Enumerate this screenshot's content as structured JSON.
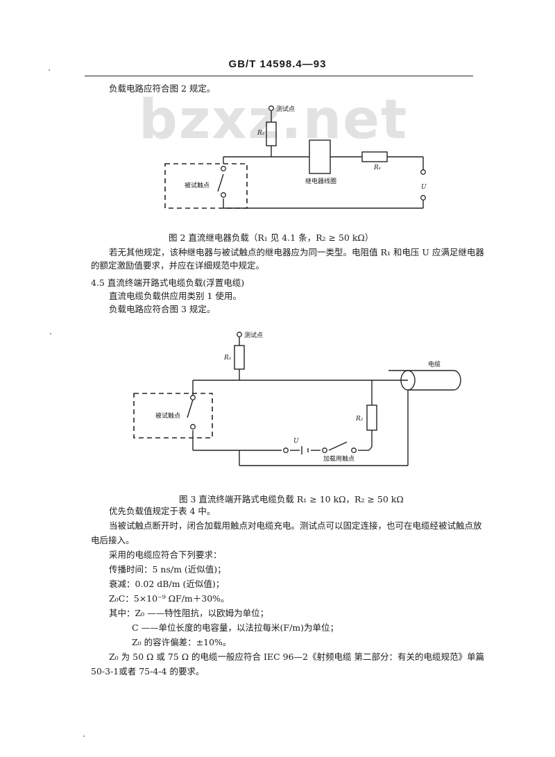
{
  "header": "GB/T 14598.4—93",
  "watermark": "bzxz.net",
  "para_fig2_intro": "负载电路应符合图 2 规定。",
  "fig2": {
    "labels": {
      "test_point": "测试点",
      "r2": "R₂",
      "r1": "R₁",
      "relay_coil": "继电器线圈",
      "contact_under_test": "被试触点",
      "u": "U"
    },
    "caption": "图 2  直流继电器负载（R₁ 见 4.1 条，R₂ ≥ 50 kΩ）"
  },
  "para_relay_1": "若无其他规定，该种继电器与被试触点的继电器应为同一类型。电阻值 R₁ 和电压 U 应满足继电器",
  "para_relay_2": "的额定激励值要求，并应在详细规范中规定。",
  "section_45": "4.5   直流终端开路式电缆负载(浮置电缆)",
  "para_45_1": "直流电缆负载供应用类别 1 使用。",
  "para_45_2": "负载电路应符合图 3 规定。",
  "fig3": {
    "labels": {
      "test_point": "测试点",
      "r1": "R₁",
      "cable": "电缆",
      "contact_under_test": "被试触点",
      "r2": "R₂",
      "u": "U",
      "load_contact": "加载用触点"
    },
    "caption": "图 3   直流终端开路式电缆负载     R₁ ≥ 10 kΩ，R₂ ≥ 50 kΩ"
  },
  "paras_after": [
    "优先负载值规定于表 4 中。",
    "当被试触点断开时，闭合加载用触点对电缆充电。测试点可以固定连接，也可在电缆经被试触点放",
    "电后接入。",
    "采用的电缆应符合下列要求：",
    "传播时间：5 ns/m    (近似值)；",
    "衰减：0.02 dB/m    (近似值)；",
    "Z₀C：5×10⁻⁹ ΩF/m＋30%。",
    "其中：Z₀ ——特性阻抗，以欧姆为单位；",
    "C ——单位长度的电容量，以法拉每米(F/m)为单位；",
    "Z₀ 的容许偏差：±10%。",
    "Z₀ 为 50 Ω 或 75 Ω 的电缆一般应符合 IEC 96—2《射频电缆    第二部分：有关的电缆规范》单篇",
    "50-3-1或者 75-4-4 的要求。"
  ]
}
